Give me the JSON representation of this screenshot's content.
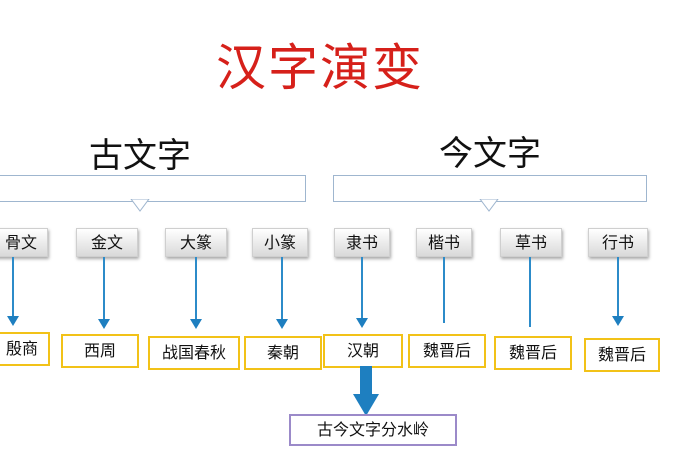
{
  "title": "汉字演变",
  "groups": {
    "ancient": "古文字",
    "modern": "今文字"
  },
  "scripts": [
    "骨文",
    "金文",
    "大篆",
    "小篆",
    "隶书",
    "楷书",
    "草书",
    "行书"
  ],
  "eras": [
    "殷商",
    "西周",
    "战国春秋",
    "秦朝",
    "汉朝",
    "魏晋后",
    "魏晋后",
    "魏晋后"
  ],
  "watershed": "古今文字分水岭",
  "colors": {
    "title": "#d6201a",
    "arrow": "#1e7fc0",
    "era_border": "#f2c218",
    "watershed_border": "#9b8ac9",
    "bracket_border": "#9fb6cf"
  }
}
